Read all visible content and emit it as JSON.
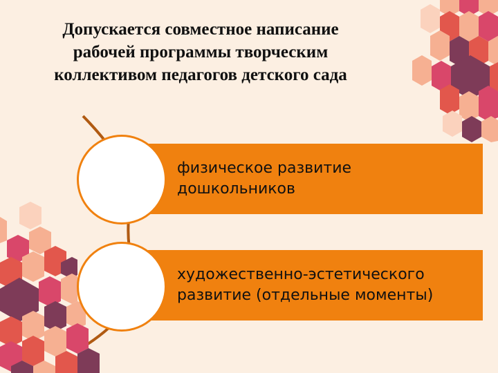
{
  "title": {
    "line1": "Допускается совместное написание",
    "line2": "рабочей программы творческим",
    "line3": "коллективом педагогов детского сада"
  },
  "items": [
    {
      "line1": "физическое развитие",
      "line2": "дошкольников"
    },
    {
      "line1": "художественно-эстетического",
      "line2": "развитие (отдельные моменты)"
    }
  ],
  "colors": {
    "background": "#fcefe2",
    "accent_orange": "#f0810f",
    "connector_brown": "#b05a12",
    "hex_dark": "#7e3b58",
    "hex_red": "#e2574c",
    "hex_pink": "#d9476a",
    "hex_peach": "#f6b092",
    "hex_light": "#fbd2bd"
  }
}
